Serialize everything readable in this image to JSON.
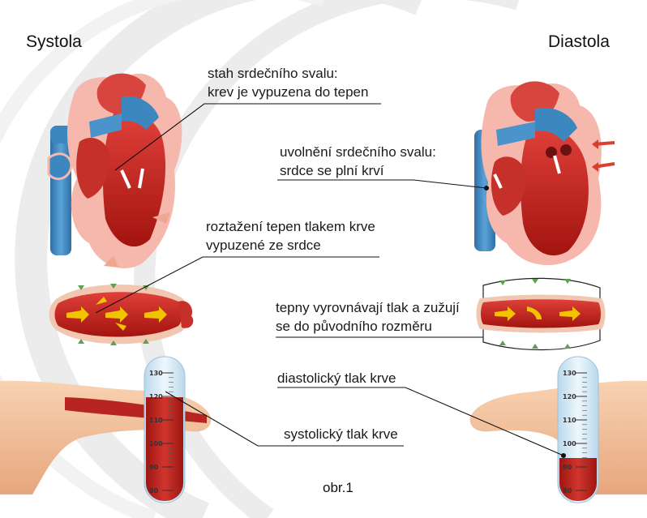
{
  "titles": {
    "left": "Systola",
    "right": "Diastola"
  },
  "labels": {
    "systole_heart": [
      "stah srdečního svalu:",
      "krev je vypuzena do tepen"
    ],
    "diastole_heart": [
      "uvolnění srdečního svalu:",
      "srdce se plní krví"
    ],
    "systole_artery": [
      "roztažení tepen tlakem krve",
      "vypuzené ze srdce"
    ],
    "diastole_artery": [
      "tepny vyrovnávají tlak a zužují",
      "se do původního rozměru"
    ],
    "diastolic_pressure": "diastolický tlak krve",
    "systolic_pressure": "systolický tlak krve"
  },
  "gauge_ticks": [
    "130",
    "120",
    "110",
    "100",
    "90",
    "80"
  ],
  "levels": {
    "systole": 120,
    "diastole": 90
  },
  "caption": "obr.1",
  "colors": {
    "blood": "#c0211f",
    "vein": "#3d87c0",
    "skin": "#f2c09a",
    "tube": "#dcecf6",
    "line": "#111111"
  }
}
